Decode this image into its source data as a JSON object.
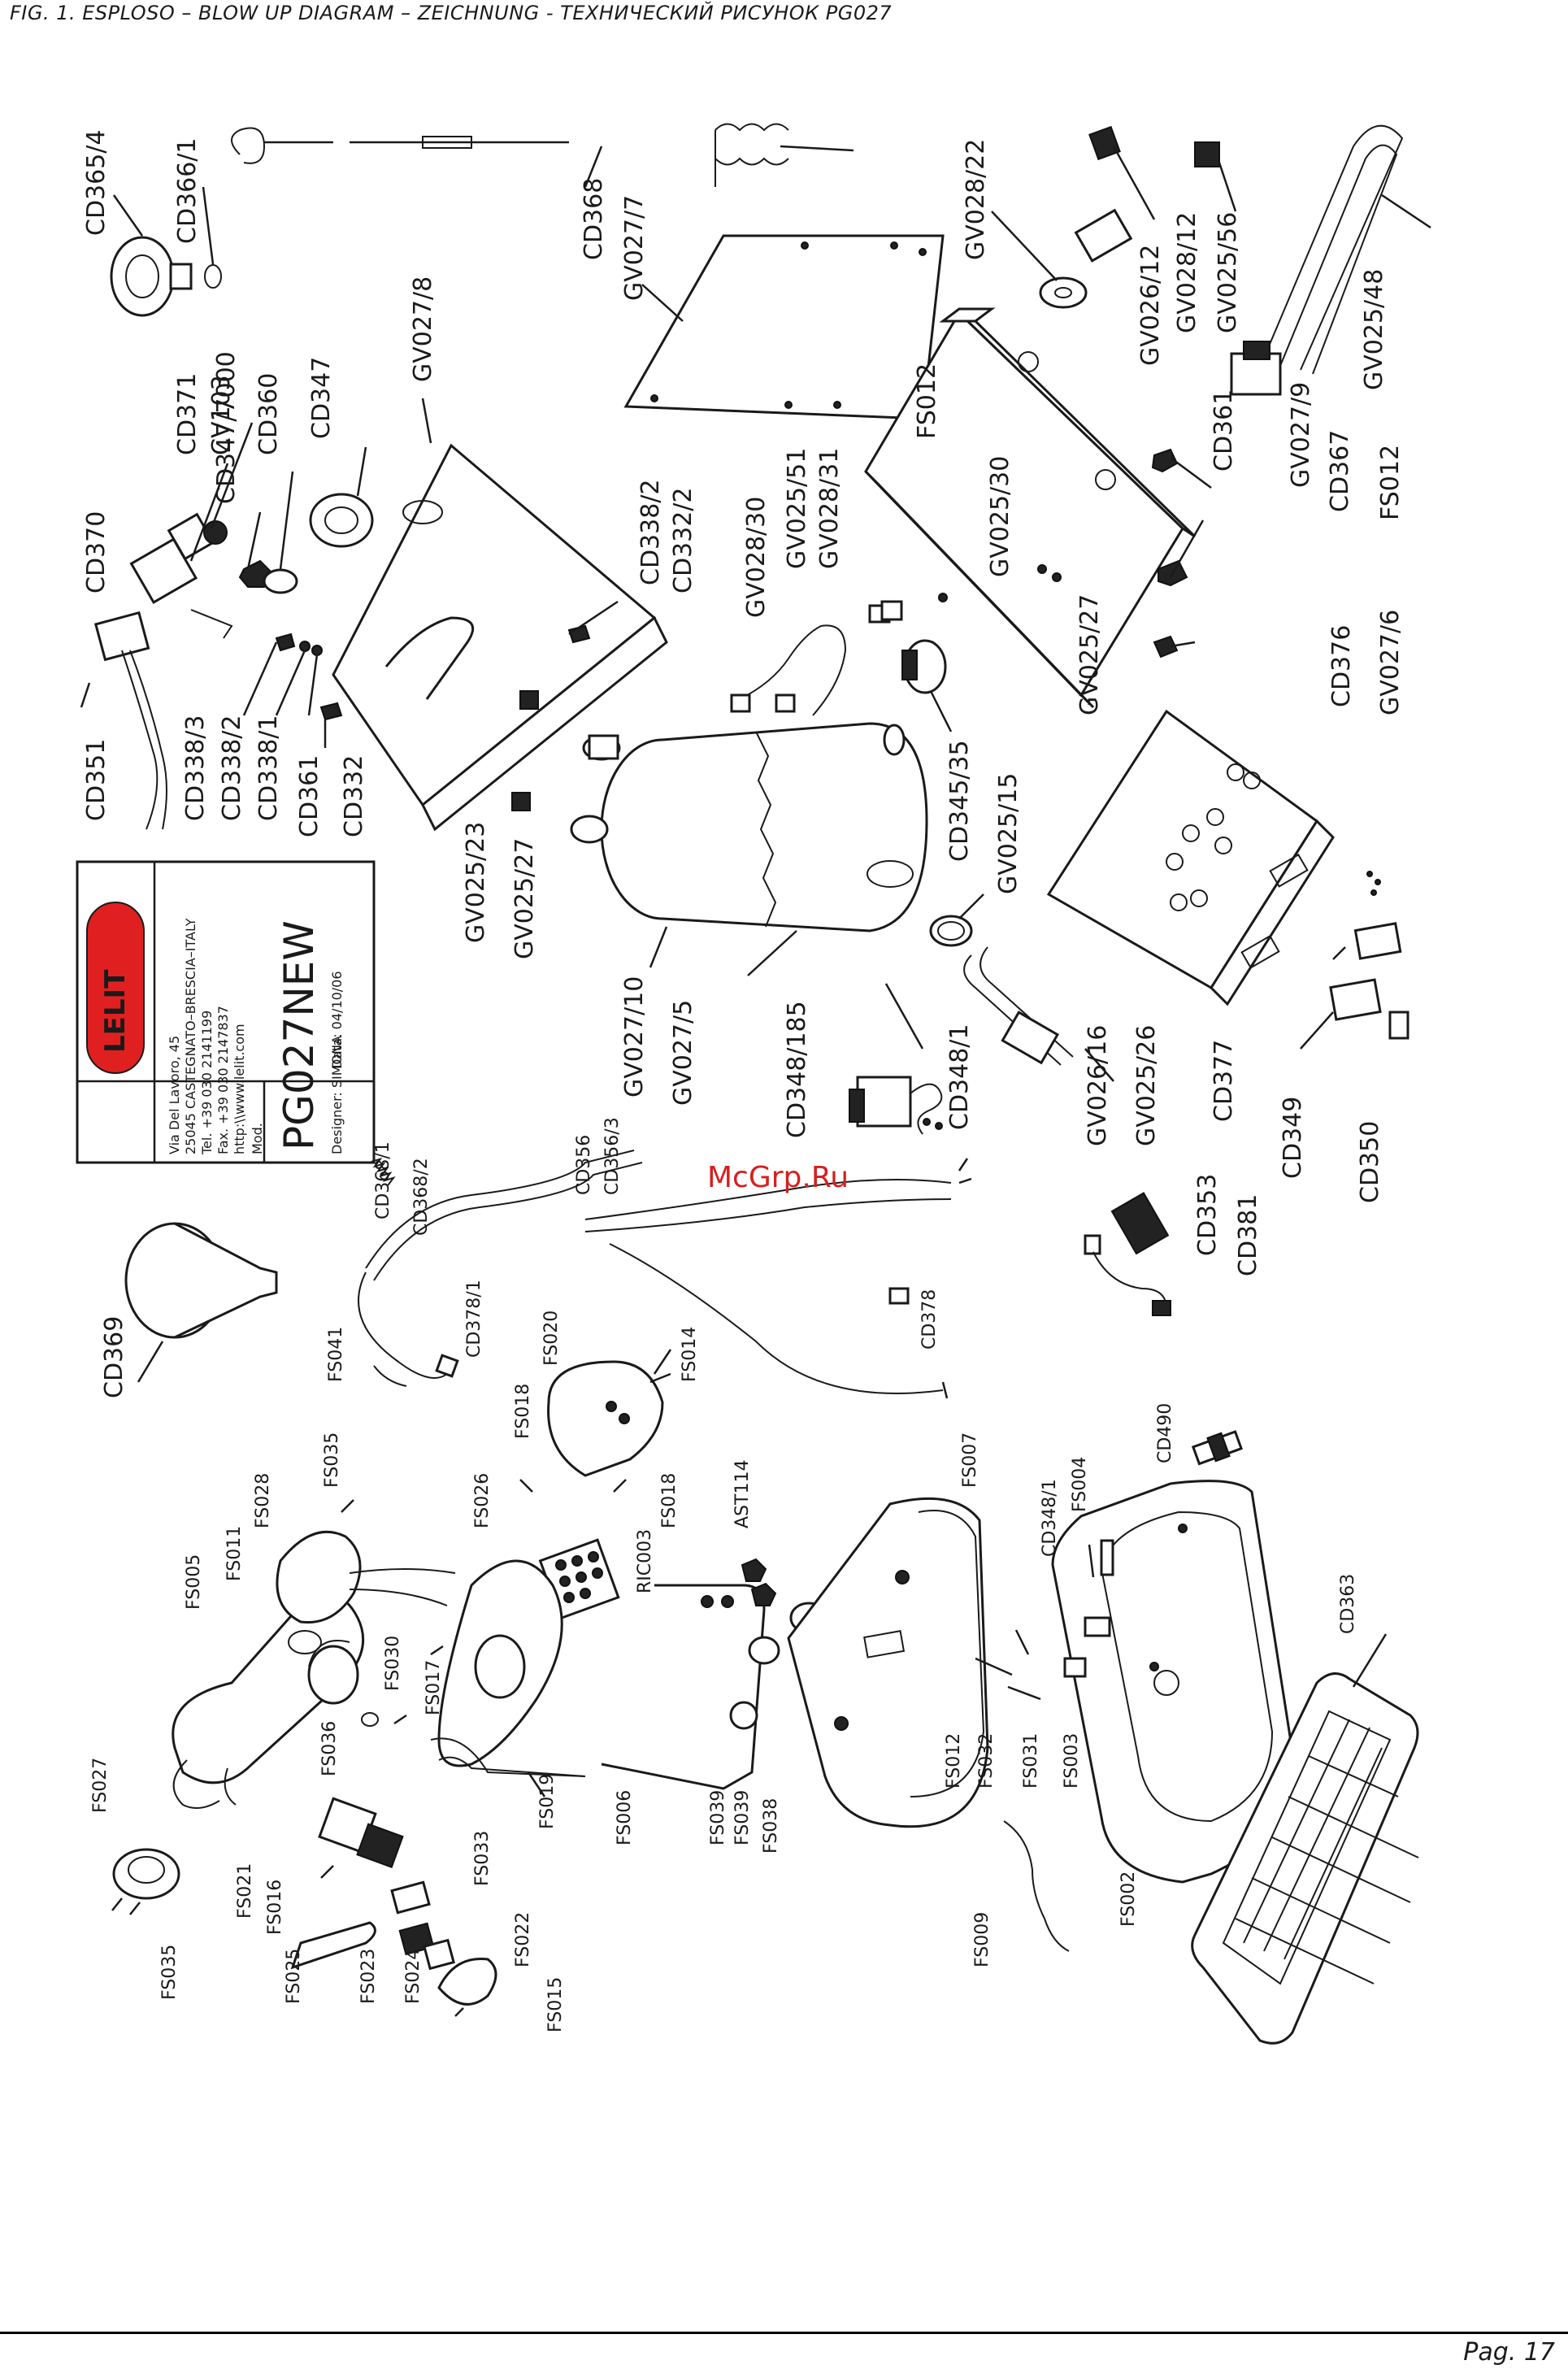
{
  "header": {
    "title": "FIG. 1. ESPLOSO – BLOW UP DIAGRAM – ZEICHNUNG - ТЕХНИЧЕСКИЙ РИСУНОК PG027"
  },
  "footer": {
    "page": "Pag. 17"
  },
  "watermark": "McGrp.Ru",
  "title_block": {
    "brand": "LELIT",
    "address1": "Via Del Lavoro, 45",
    "address2": "25045 CASTEGNATO–BRESCIA–ITALY",
    "tel": "Tel. +39 030 2141199",
    "fax": "Fax. +39 030 2147837",
    "web": "http:\\\\www.lelit.com",
    "mod_label": "Mod.",
    "model": "PG027NEW",
    "designer": "Designer: SIMONA",
    "date": "Data: 04/10/06"
  },
  "labels": {
    "cd365_4": "CD365/4",
    "cd366_1": "CD366/1",
    "cd368": "CD368",
    "gv027_7": "GV027/7",
    "gv028_22": "GV028/22",
    "gv026_12": "GV026/12",
    "gv028_12": "GV028/12",
    "gv025_56": "GV025/56",
    "gv025_48": "GV025/48",
    "cd371": "CD371",
    "cv103": "CV103",
    "cd347_7000": "CD347/7000",
    "cd360": "CD360",
    "cd347": "CD347",
    "gv027_8": "GV027/8",
    "cd370": "CD370",
    "fs012_a": "FS012",
    "gv025_30": "GV025/30",
    "cd361_a": "CD361",
    "gv027_9": "GV027/9",
    "cd367": "CD367",
    "fs012_b": "FS012",
    "cd338_2": "CD338/2",
    "cd332_2": "CD332/2",
    "gv028_30": "GV028/30",
    "gv025_51": "GV025/51",
    "gv028_31": "GV028/31",
    "gv025_27a": "GV025/27",
    "cd376": "CD376",
    "gv027_6": "GV027/6",
    "cd351": "CD351",
    "cd338_3": "CD338/3",
    "cd338_2b": "CD338/2",
    "cd338_1": "CD338/1",
    "cd361_b": "CD361",
    "cd332": "CD332",
    "gv025_23": "GV025/23",
    "gv025_27b": "GV025/27",
    "cd345_35": "CD345/35",
    "gv025_15": "GV025/15",
    "gv027_10": "GV027/10",
    "gv027_5": "GV027/5",
    "cd348_185": "CD348/185",
    "cd348_1": "CD348/1",
    "gv026_16": "GV026/16",
    "gv025_26": "GV025/26",
    "cd377": "CD377",
    "cd349": "CD349",
    "cd350": "CD350",
    "cd369": "CD369",
    "cd368_1": "CD368/1",
    "cd368_2": "CD368/2",
    "cd356": "CD356",
    "cd356_3": "CD356/3",
    "cd353": "CD353",
    "cd381": "CD381",
    "cd378_1": "CD378/1",
    "cd378": "CD378",
    "fs041": "FS041",
    "fs020": "FS020",
    "fs014": "FS014",
    "fs018a": "FS018",
    "fs018b": "FS018",
    "fs026": "FS026",
    "ric003": "RIC003",
    "ast114": "AST114",
    "fs007": "FS007",
    "cd490": "CD490",
    "cd348_1b": "CD348/1",
    "fs004": "FS004",
    "fs035a": "FS035",
    "fs028": "FS028",
    "fs011": "FS011",
    "fs005": "FS005",
    "fs030": "FS030",
    "fs036": "FS036",
    "fs017": "FS017",
    "fs019": "FS019",
    "fs006": "FS006",
    "fs039a": "FS039",
    "fs039b": "FS039",
    "fs038": "FS038",
    "fs012_c": "FS012",
    "fs032": "FS032",
    "fs031": "FS031",
    "fs003": "FS003",
    "fs002": "FS002",
    "cd363": "CD363",
    "fs009": "FS009",
    "fs027": "FS027",
    "fs035b": "FS035",
    "fs021": "FS021",
    "fs016": "FS016",
    "fs025": "FS025",
    "fs023": "FS023",
    "fs024": "FS024",
    "fs033": "FS033",
    "fs022": "FS022",
    "fs015": "FS015"
  }
}
